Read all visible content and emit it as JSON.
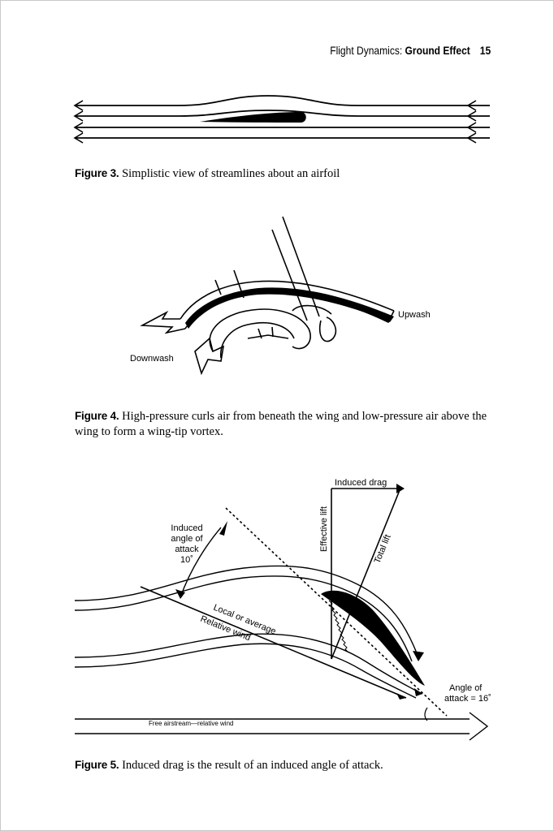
{
  "header": {
    "section": "Flight Dynamics:",
    "chapter": "Ground Effect",
    "page_number": "15"
  },
  "figure3": {
    "label": "Figure 3.",
    "caption": "Simplistic view of streamlines about an airfoil"
  },
  "figure4": {
    "label": "Figure 4.",
    "caption": "High-pressure curls air from beneath the wing and low-pressure air above the wing to form a wing-tip vortex.",
    "labels": {
      "upwash": "Upwash",
      "downwash": "Downwash"
    }
  },
  "figure5": {
    "label": "Figure 5.",
    "caption": "Induced drag is the result of an induced angle of attack.",
    "labels": {
      "induced_drag": "Induced drag",
      "effective_lift": "Effective lift",
      "total_lift": "Total lift",
      "induced_aoa_line1": "Induced",
      "induced_aoa_line2": "angle of",
      "induced_aoa_line3": "attack",
      "induced_aoa_value": "10˚",
      "local_average": "Local or average",
      "relative_wind": "Relative wind",
      "aoa_line1": "Angle of",
      "aoa_line2": "attack = 16˚",
      "free_airstream": "Free airstream—relative wind"
    }
  }
}
